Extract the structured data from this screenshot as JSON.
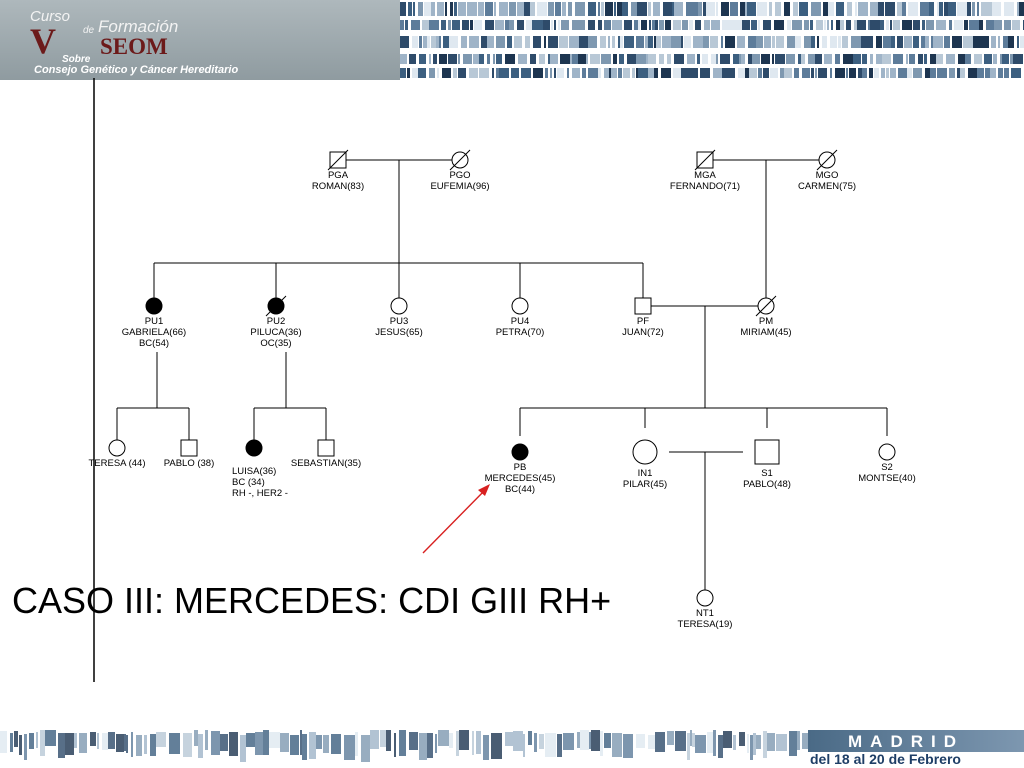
{
  "header": {
    "logo": {
      "curso": "Curso",
      "de": "de",
      "formacion": "Formación",
      "roman_numeral": "V",
      "brand": "SEOM",
      "sobre": "Sobre",
      "subtitle": "Consejo Genético y Cáncer Hereditario"
    }
  },
  "footer": {
    "city": "MADRID",
    "dates": "del 18 al 20 de Febrero"
  },
  "slide": {
    "title": "CASO III: MERCEDES: CDI GIII RH+"
  },
  "colors": {
    "affected": "#000000",
    "arrow": "#d82020",
    "brand_red": "#6c1a1a",
    "madrid_blue": "#1e3e66"
  },
  "pedigree": {
    "individuals": [
      {
        "id": "PGA",
        "sex": "male",
        "affected": false,
        "deceased": true,
        "lines": [
          "PGA",
          "ROMAN(83)"
        ]
      },
      {
        "id": "PGO",
        "sex": "female",
        "affected": false,
        "deceased": true,
        "lines": [
          "PGO",
          "EUFEMIA(96)"
        ]
      },
      {
        "id": "MGA",
        "sex": "male",
        "affected": false,
        "deceased": true,
        "lines": [
          "MGA",
          "FERNANDO(71)"
        ]
      },
      {
        "id": "MGO",
        "sex": "female",
        "affected": false,
        "deceased": true,
        "lines": [
          "MGO",
          "CARMEN(75)"
        ]
      },
      {
        "id": "PU1",
        "sex": "female",
        "affected": true,
        "deceased": false,
        "lines": [
          "PU1",
          "GABRIELA(66)",
          "BC(54)"
        ]
      },
      {
        "id": "PU2",
        "sex": "female",
        "affected": true,
        "deceased": true,
        "lines": [
          "PU2",
          "PILUCA(36)",
          "OC(35)"
        ]
      },
      {
        "id": "PU3",
        "sex": "female",
        "affected": false,
        "deceased": false,
        "lines": [
          "PU3",
          "JESUS(65)"
        ]
      },
      {
        "id": "PU4",
        "sex": "female",
        "affected": false,
        "deceased": false,
        "lines": [
          "PU4",
          "PETRA(70)"
        ]
      },
      {
        "id": "PF",
        "sex": "male",
        "affected": false,
        "deceased": false,
        "lines": [
          "PF",
          "JUAN(72)"
        ]
      },
      {
        "id": "PM",
        "sex": "female",
        "affected": false,
        "deceased": true,
        "lines": [
          "PM",
          "MIRIAM(45)"
        ]
      },
      {
        "id": "TERESA",
        "sex": "female",
        "affected": false,
        "deceased": false,
        "lines": [
          "TERESA (44)"
        ]
      },
      {
        "id": "PABLO",
        "sex": "male",
        "affected": false,
        "deceased": false,
        "lines": [
          "PABLO (38)"
        ]
      },
      {
        "id": "LUISA",
        "sex": "female",
        "affected": true,
        "deceased": false,
        "lines": [
          "LUISA(36)",
          "BC (34)",
          "RH -, HER2 -"
        ]
      },
      {
        "id": "SEBASTIAN",
        "sex": "male",
        "affected": false,
        "deceased": false,
        "lines": [
          "SEBASTIAN(35)"
        ]
      },
      {
        "id": "PB",
        "sex": "female",
        "affected": true,
        "deceased": false,
        "proband": true,
        "lines": [
          "PB",
          "MERCEDES(45)",
          "BC(44)"
        ]
      },
      {
        "id": "IN1",
        "sex": "female",
        "affected": false,
        "deceased": false,
        "lines": [
          "IN1",
          "PILAR(45)"
        ]
      },
      {
        "id": "S1",
        "sex": "male",
        "affected": false,
        "deceased": false,
        "lines": [
          "S1",
          "PABLO(48)"
        ]
      },
      {
        "id": "S2",
        "sex": "female",
        "affected": false,
        "deceased": false,
        "lines": [
          "S2",
          "MONTSE(40)"
        ]
      },
      {
        "id": "NT1",
        "sex": "female",
        "affected": false,
        "deceased": false,
        "lines": [
          "NT1",
          "TERESA(19)"
        ]
      }
    ]
  }
}
